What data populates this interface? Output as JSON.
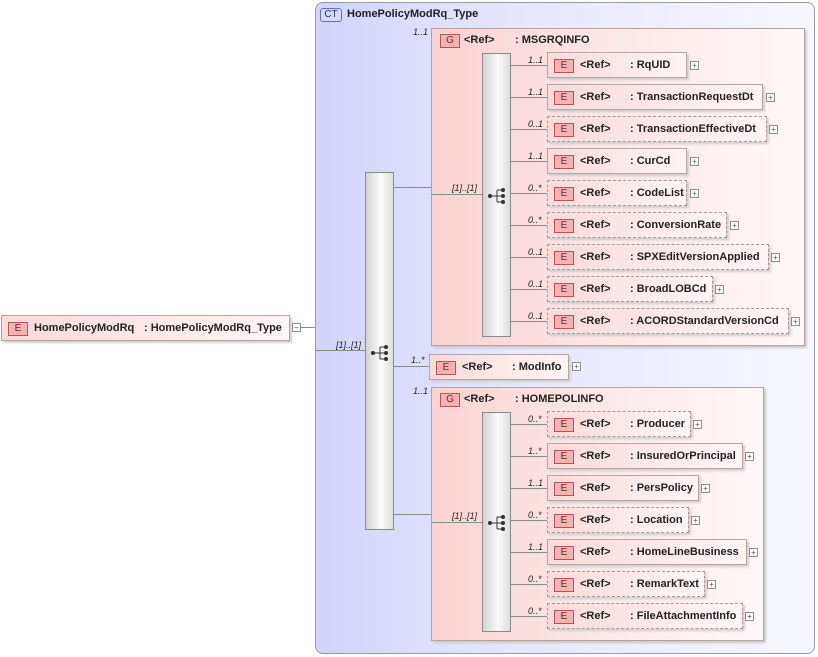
{
  "root": {
    "badge": "E",
    "name": "HomePolicyModRq",
    "type": ": HomePolicyModRq_Type"
  },
  "complex_type": {
    "badge": "CT",
    "name": "HomePolicyModRq_Type",
    "seq_card": "[1]..[1]"
  },
  "groups": [
    {
      "badge": "G",
      "ref": "<Ref>",
      "name": ": MSGRQINFO",
      "card": "1..1",
      "seq_card": "[1]..[1]",
      "elements": [
        {
          "card": "1..1",
          "ref": "<Ref>",
          "name": ": RqUID",
          "optional": false
        },
        {
          "card": "1..1",
          "ref": "<Ref>",
          "name": ": TransactionRequestDt",
          "optional": false
        },
        {
          "card": "0..1",
          "ref": "<Ref>",
          "name": ": TransactionEffectiveDt",
          "optional": true
        },
        {
          "card": "1..1",
          "ref": "<Ref>",
          "name": ": CurCd",
          "optional": false
        },
        {
          "card": "0..*",
          "ref": "<Ref>",
          "name": ": CodeList",
          "optional": true
        },
        {
          "card": "0..*",
          "ref": "<Ref>",
          "name": ": ConversionRate",
          "optional": true
        },
        {
          "card": "0..1",
          "ref": "<Ref>",
          "name": ": SPXEditVersionApplied",
          "optional": true
        },
        {
          "card": "0..1",
          "ref": "<Ref>",
          "name": ": BroadLOBCd",
          "optional": true
        },
        {
          "card": "0..1",
          "ref": "<Ref>",
          "name": ": ACORDStandardVersionCd",
          "optional": true
        }
      ]
    },
    {
      "badge": "G",
      "ref": "<Ref>",
      "name": ": HOMEPOLINFO",
      "card": "1..1",
      "seq_card": "[1]..[1]",
      "elements": [
        {
          "card": "0..*",
          "ref": "<Ref>",
          "name": ": Producer",
          "optional": true
        },
        {
          "card": "1..*",
          "ref": "<Ref>",
          "name": ": InsuredOrPrincipal",
          "optional": false
        },
        {
          "card": "1..1",
          "ref": "<Ref>",
          "name": ": PersPolicy",
          "optional": false
        },
        {
          "card": "0..*",
          "ref": "<Ref>",
          "name": ": Location",
          "optional": true
        },
        {
          "card": "1..1",
          "ref": "<Ref>",
          "name": ": HomeLineBusiness",
          "optional": false
        },
        {
          "card": "0..*",
          "ref": "<Ref>",
          "name": ": RemarkText",
          "optional": true
        },
        {
          "card": "0..*",
          "ref": "<Ref>",
          "name": ": FileAttachmentInfo",
          "optional": true
        }
      ]
    }
  ],
  "modinfo": {
    "card": "1..*",
    "badge": "E",
    "ref": "<Ref>",
    "name": ": ModInfo",
    "optional": false
  },
  "icons": {
    "expand": "plus-icon",
    "collapse": "minus-icon",
    "sequence": "sequence-icon"
  }
}
